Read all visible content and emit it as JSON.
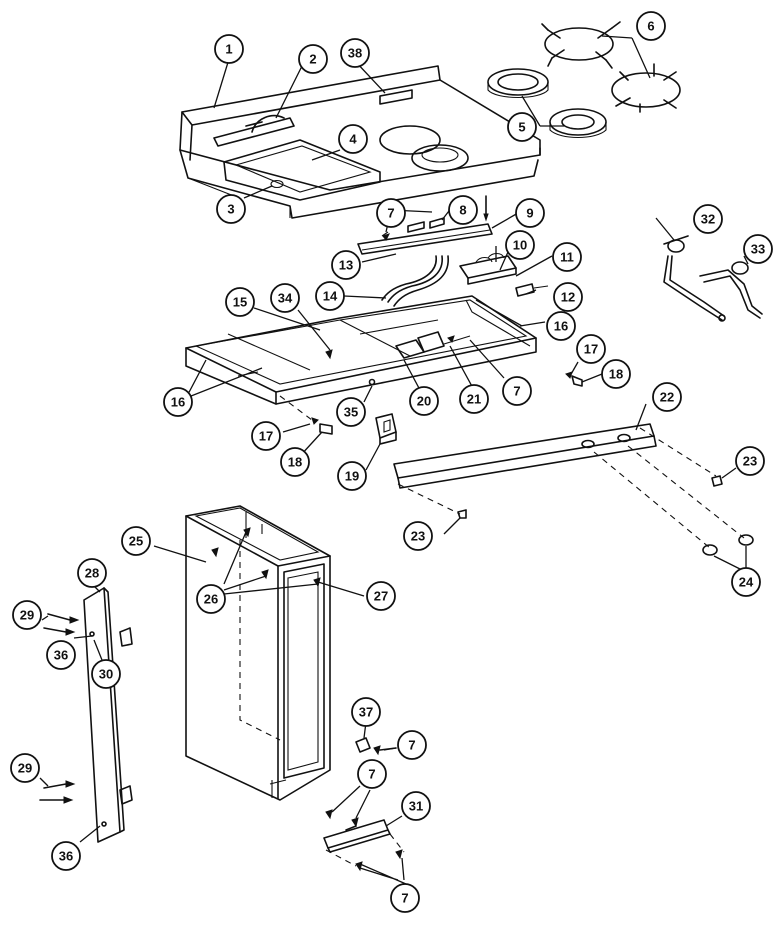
{
  "diagram": {
    "callouts": [
      {
        "id": "c1",
        "label": "1"
      },
      {
        "id": "c2",
        "label": "2"
      },
      {
        "id": "c38",
        "label": "38"
      },
      {
        "id": "c6",
        "label": "6"
      },
      {
        "id": "c4",
        "label": "4"
      },
      {
        "id": "c5",
        "label": "5"
      },
      {
        "id": "c3",
        "label": "3"
      },
      {
        "id": "c7a",
        "label": "7"
      },
      {
        "id": "c8",
        "label": "8"
      },
      {
        "id": "c9",
        "label": "9"
      },
      {
        "id": "c13",
        "label": "13"
      },
      {
        "id": "c10",
        "label": "10"
      },
      {
        "id": "c11",
        "label": "11"
      },
      {
        "id": "c32",
        "label": "32"
      },
      {
        "id": "c33",
        "label": "33"
      },
      {
        "id": "c14",
        "label": "14"
      },
      {
        "id": "c12",
        "label": "12"
      },
      {
        "id": "c15",
        "label": "15"
      },
      {
        "id": "c34",
        "label": "34"
      },
      {
        "id": "c16a",
        "label": "16"
      },
      {
        "id": "c16b",
        "label": "16"
      },
      {
        "id": "c17a",
        "label": "17"
      },
      {
        "id": "c18a",
        "label": "18"
      },
      {
        "id": "c20",
        "label": "20"
      },
      {
        "id": "c21",
        "label": "21"
      },
      {
        "id": "c7b",
        "label": "7"
      },
      {
        "id": "c35",
        "label": "35"
      },
      {
        "id": "c17b",
        "label": "17"
      },
      {
        "id": "c18b",
        "label": "18"
      },
      {
        "id": "c19",
        "label": "19"
      },
      {
        "id": "c22",
        "label": "22"
      },
      {
        "id": "c23a",
        "label": "23"
      },
      {
        "id": "c23b",
        "label": "23"
      },
      {
        "id": "c24",
        "label": "24"
      },
      {
        "id": "c25",
        "label": "25"
      },
      {
        "id": "c26",
        "label": "26"
      },
      {
        "id": "c27",
        "label": "27"
      },
      {
        "id": "c28",
        "label": "28"
      },
      {
        "id": "c29a",
        "label": "29"
      },
      {
        "id": "c36a",
        "label": "36"
      },
      {
        "id": "c30",
        "label": "30"
      },
      {
        "id": "c37",
        "label": "37"
      },
      {
        "id": "c7c",
        "label": "7"
      },
      {
        "id": "c7d",
        "label": "7"
      },
      {
        "id": "c31",
        "label": "31"
      },
      {
        "id": "c29b",
        "label": "29"
      },
      {
        "id": "c36b",
        "label": "36"
      },
      {
        "id": "c7e",
        "label": "7"
      }
    ]
  }
}
